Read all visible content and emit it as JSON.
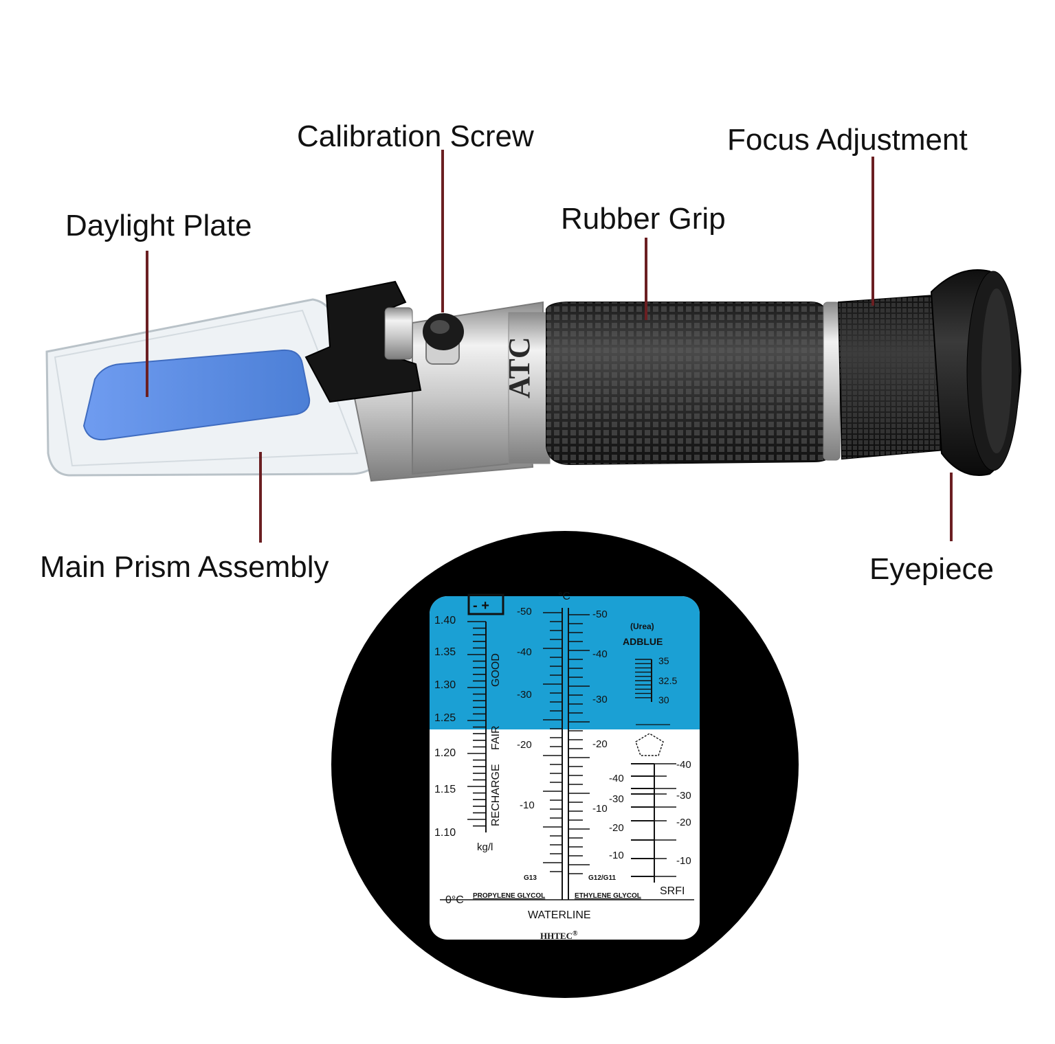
{
  "colors": {
    "leader_line": "#6b1f22",
    "scale_blue": "#1ba0d4",
    "rubber": "#2b2b2b",
    "daylight_plate": "#5a8de0",
    "metal": "#c8c8c8"
  },
  "labels": {
    "calibration_screw": "Calibration Screw",
    "focus_adjustment": "Focus Adjustment",
    "daylight_plate": "Daylight Plate",
    "rubber_grip": "Rubber Grip",
    "main_prism": "Main Prism Assembly",
    "eyepiece": "Eyepiece",
    "atc": "ATC"
  },
  "scale": {
    "celsius": "°C",
    "battery": {
      "symbol": "- +",
      "ticks": [
        "1.40",
        "1.35",
        "1.30",
        "1.25",
        "1.20",
        "1.15",
        "1.10"
      ],
      "unit": "kg/l",
      "zones": [
        "GOOD",
        "FAIR",
        "RECHARGE"
      ]
    },
    "propylene": {
      "ticks": [
        "-50",
        "-40",
        "-30",
        "-20",
        "-10"
      ],
      "label": "PROPYLENE GLYCOL",
      "spec": "G13"
    },
    "ethylene": {
      "ticks": [
        "-50",
        "-40",
        "-30",
        "-20",
        "-10"
      ],
      "label": "ETHYLENE GLYCOL",
      "spec": "G12/G11"
    },
    "adblue": {
      "sub": "(Urea)",
      "title": "ADBLUE",
      "ticks": [
        "35",
        "32.5",
        "30"
      ]
    },
    "srfi": {
      "left_ticks": [
        "-40",
        "-30",
        "-20",
        "-10"
      ],
      "right_ticks": [
        "-40",
        "-30",
        "-20",
        "-10"
      ],
      "label": "SRFI"
    },
    "zero": "0°C",
    "waterline": "WATERLINE",
    "brand": "HHTEC",
    "reg": "®"
  }
}
